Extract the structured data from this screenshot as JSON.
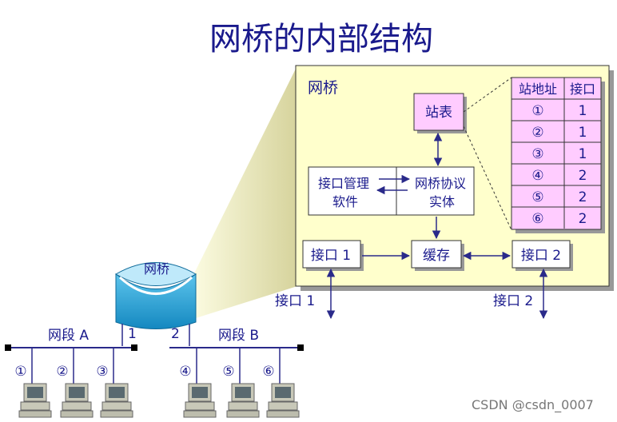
{
  "title": "网桥的内部结构",
  "bridge_box": {
    "label": "网桥",
    "station_table_label": "站表",
    "mgmt_software": "接口管理",
    "mgmt_software_2": "软件",
    "protocol_entity": "网桥协议",
    "protocol_entity_2": "实体",
    "port1_label": "接口 1",
    "buffer_label": "缓存",
    "port2_label": "接口 2",
    "table_headers": [
      "站地址",
      "接口"
    ],
    "table_rows": [
      [
        "①",
        "1"
      ],
      [
        "②",
        "1"
      ],
      [
        "③",
        "1"
      ],
      [
        "④",
        "2"
      ],
      [
        "⑤",
        "2"
      ],
      [
        "⑥",
        "2"
      ]
    ],
    "external_port1": "接口 1",
    "external_port2": "接口 2"
  },
  "bridge_device": {
    "label": "网桥",
    "port1": "1",
    "port2": "2"
  },
  "segment_a": {
    "label": "网段 A",
    "stations": [
      "①",
      "②",
      "③"
    ]
  },
  "segment_b": {
    "label": "网段 B",
    "stations": [
      "④",
      "⑤",
      "⑥"
    ]
  },
  "watermark": "CSDN @csdn_0007",
  "colors": {
    "title": "#1a1a8c",
    "box_fill": "#ffffcc",
    "table_fill": "#ffccff",
    "line": "#2a2a8a",
    "bridge_blue": "#1e9fd2",
    "pc_gray": "#c8c8b8"
  }
}
